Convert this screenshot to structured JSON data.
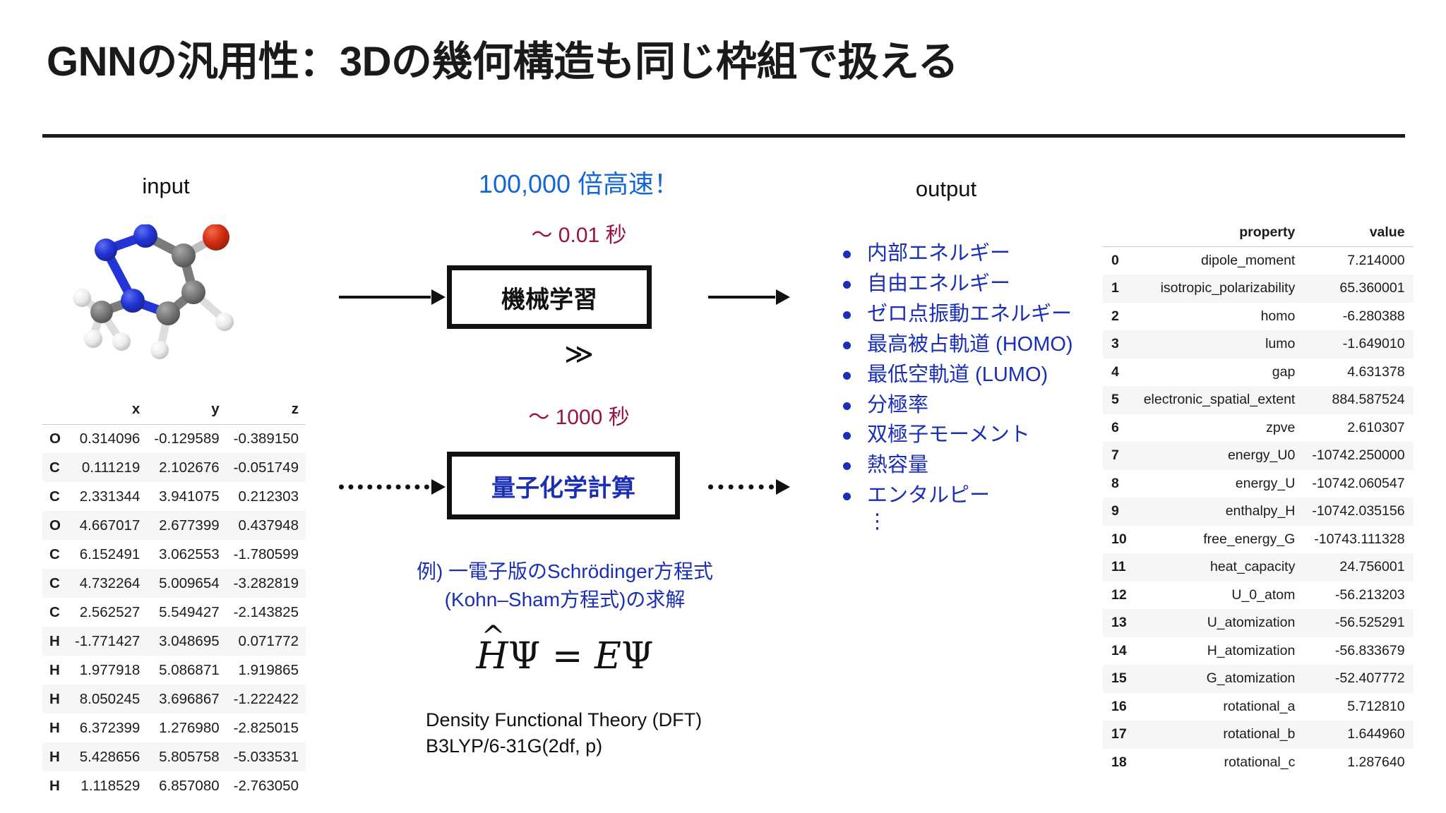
{
  "slide": {
    "title": "GNNの汎用性：3Dの幾何構造も同じ枠組で扱える"
  },
  "input": {
    "label": "input",
    "molecule_icon": "ball-and-stick-molecule"
  },
  "coords_table": {
    "columns": [
      "",
      "x",
      "y",
      "z"
    ],
    "rows": [
      [
        "O",
        "0.314096",
        "-0.129589",
        "-0.389150"
      ],
      [
        "C",
        "0.111219",
        "2.102676",
        "-0.051749"
      ],
      [
        "C",
        "2.331344",
        "3.941075",
        "0.212303"
      ],
      [
        "O",
        "4.667017",
        "2.677399",
        "0.437948"
      ],
      [
        "C",
        "6.152491",
        "3.062553",
        "-1.780599"
      ],
      [
        "C",
        "4.732264",
        "5.009654",
        "-3.282819"
      ],
      [
        "C",
        "2.562527",
        "5.549427",
        "-2.143825"
      ],
      [
        "H",
        "-1.771427",
        "3.048695",
        "0.071772"
      ],
      [
        "H",
        "1.977918",
        "5.086871",
        "1.919865"
      ],
      [
        "H",
        "8.050245",
        "3.696867",
        "-1.222422"
      ],
      [
        "H",
        "6.372399",
        "1.276980",
        "-2.825015"
      ],
      [
        "H",
        "5.428656",
        "5.805758",
        "-5.033531"
      ],
      [
        "H",
        "1.118529",
        "6.857080",
        "-2.763050"
      ]
    ]
  },
  "pipeline": {
    "speedup": "100,000 倍高速！",
    "ml_time": "〜 0.01 秒",
    "qc_time": "〜 1000 秒",
    "much_greater": "≫",
    "ml_box": "機械学習",
    "qc_box": "量子化学計算",
    "arrow_in": "solid-arrow-right",
    "arrow_out": "solid-arrow-right",
    "arrow_in_dashed": "dashed-arrow-right",
    "arrow_out_dashed": "dashed-arrow-right"
  },
  "example": {
    "line1": "例) 一電子版のSchrödinger方程式",
    "line2": "(Kohn–Sham方程式)の求解",
    "formula_hat": "^",
    "formula_h": "H",
    "formula_psi1": "Ψ",
    "formula_eq": "=",
    "formula_e": "E",
    "formula_psi2": "Ψ",
    "dft_line1": "Density Functional Theory (DFT)",
    "dft_line2": "B3LYP/6-31G(2df, p)"
  },
  "output": {
    "label": "output",
    "items": [
      "内部エネルギー",
      "自由エネルギー",
      "ゼロ点振動エネルギー",
      "最高被占軌道 (HOMO)",
      "最低空軌道 (LUMO)",
      "分極率",
      "双極子モーメント",
      "熱容量",
      "エンタルピー"
    ],
    "ellipsis": "⋮"
  },
  "prop_table": {
    "columns": [
      "",
      "property",
      "value"
    ],
    "rows": [
      [
        "0",
        "dipole_moment",
        "7.214000"
      ],
      [
        "1",
        "isotropic_polarizability",
        "65.360001"
      ],
      [
        "2",
        "homo",
        "-6.280388"
      ],
      [
        "3",
        "lumo",
        "-1.649010"
      ],
      [
        "4",
        "gap",
        "4.631378"
      ],
      [
        "5",
        "electronic_spatial_extent",
        "884.587524"
      ],
      [
        "6",
        "zpve",
        "2.610307"
      ],
      [
        "7",
        "energy_U0",
        "-10742.250000"
      ],
      [
        "8",
        "energy_U",
        "-10742.060547"
      ],
      [
        "9",
        "enthalpy_H",
        "-10742.035156"
      ],
      [
        "10",
        "free_energy_G",
        "-10743.111328"
      ],
      [
        "11",
        "heat_capacity",
        "24.756001"
      ],
      [
        "12",
        "U_0_atom",
        "-56.213203"
      ],
      [
        "13",
        "U_atomization",
        "-56.525291"
      ],
      [
        "14",
        "H_atomization",
        "-56.833679"
      ],
      [
        "15",
        "G_atomization",
        "-52.407772"
      ],
      [
        "16",
        "rotational_a",
        "5.712810"
      ],
      [
        "17",
        "rotational_b",
        "1.644960"
      ],
      [
        "18",
        "rotational_c",
        "1.287640"
      ]
    ]
  },
  "colors": {
    "accent_blue": "#1466d8",
    "deep_blue": "#1a2fb5",
    "crimson": "#9b1145",
    "ink": "#111111",
    "row_stripe": "#f6f6f7"
  }
}
